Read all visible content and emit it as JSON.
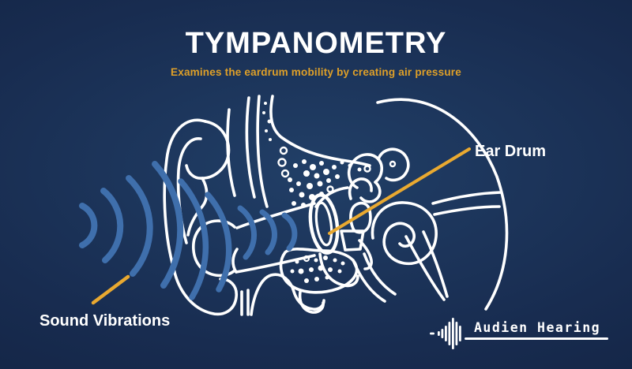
{
  "header": {
    "title": "TYMPANOMETRY",
    "subtitle": "Examines the eardrum mobility by creating air pressure"
  },
  "annotations": {
    "ear_drum_label": "Ear Drum",
    "sound_vibrations_label": "Sound Vibrations"
  },
  "logo": {
    "brand": "Audien Hearing",
    "icon": "soundwave-icon"
  },
  "illustration": {
    "description": "White line-art cross-section of the human ear with blue sound-wave arcs entering the ear canal; orange pointer lines mark the eardrum and the sound vibrations",
    "elements": [
      "outer-ear-pinna",
      "ear-canal",
      "eardrum",
      "ossicles",
      "semicircular-canals",
      "cochlea",
      "eustachian-tube",
      "mastoid-bone-cells",
      "skull-outline",
      "sound-wave-arcs"
    ]
  },
  "colors": {
    "background_center": "#213f67",
    "background_edge": "#101f3d",
    "text_white": "#ffffff",
    "accent_orange": "#e2a42d",
    "pointer_orange": "#e9a930",
    "wave_blue": "#3f6fac"
  }
}
